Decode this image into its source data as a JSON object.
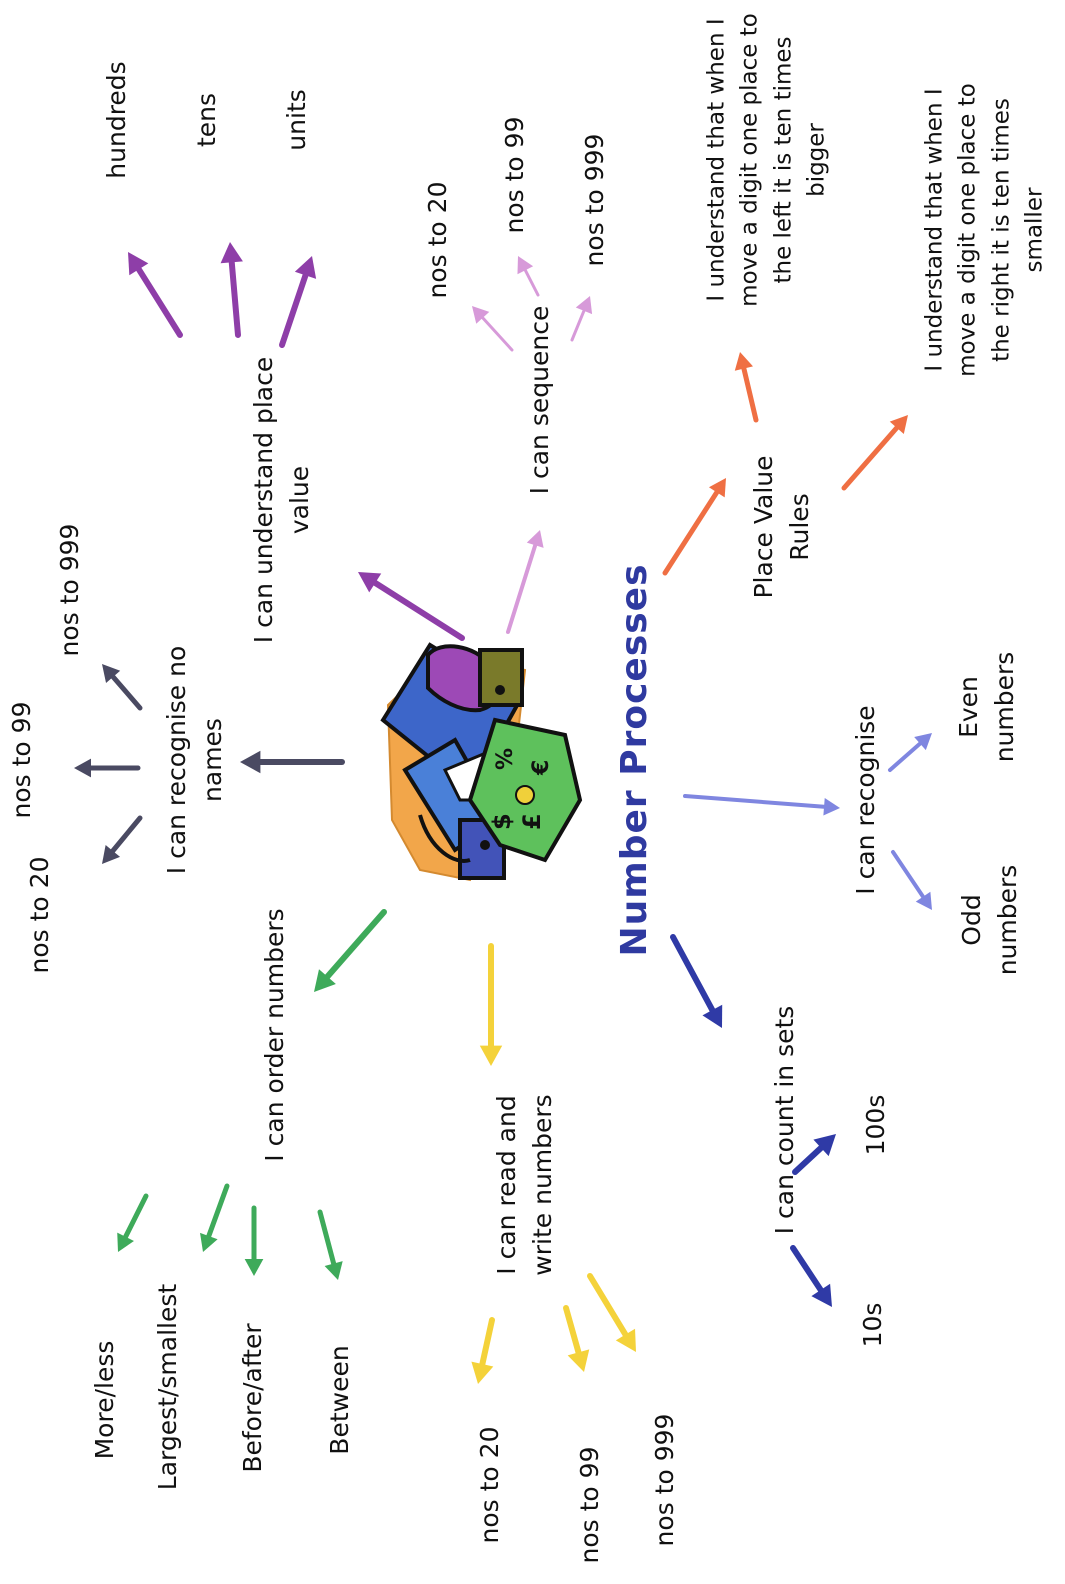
{
  "title": "Number Processes",
  "colors": {
    "dark_grey": "#4a4a62",
    "purple": "#8e3ea8",
    "lilac": "#d79ad9",
    "orange": "#ef6f43",
    "periwinkle": "#7f86e0",
    "navy": "#2f3aa6",
    "yellow": "#f4d23a",
    "green": "#3eaa5a",
    "title": "#2f3aa0"
  },
  "center_image": "money-calculation-clipart",
  "branches": {
    "recognise_names": {
      "label": "I can recognise no\nnames",
      "items": [
        "nos to 20",
        "nos to 99",
        "nos to 999"
      ]
    },
    "place_value": {
      "label": "I can understand place\nvalue",
      "items": [
        "hundreds",
        "tens",
        "units"
      ]
    },
    "sequence": {
      "label": "I can sequence",
      "items": [
        "nos to 20",
        "nos to 99",
        "nos to 999"
      ]
    },
    "place_value_rules": {
      "label": "Place Value\nRules",
      "items": [
        "I understand that when I\nmove a digit one place to\nthe left it is ten times\nbigger",
        "I understand that when I\nmove a digit one place to\nthe right it is ten times\nsmaller"
      ]
    },
    "recognise": {
      "label": "I can recognise",
      "items": [
        "Odd\nnumbers",
        "Even\nnumbers"
      ]
    },
    "count_sets": {
      "label": "I can count in sets",
      "items": [
        "10s",
        "100s"
      ]
    },
    "read_write": {
      "label": "I can read and\nwrite numbers",
      "items": [
        "nos to 20",
        "nos to 99",
        "nos to 999"
      ]
    },
    "order": {
      "label": "I can order numbers",
      "items": [
        "More/less",
        "Largest/smallest",
        "Before/after",
        "Between"
      ]
    }
  }
}
